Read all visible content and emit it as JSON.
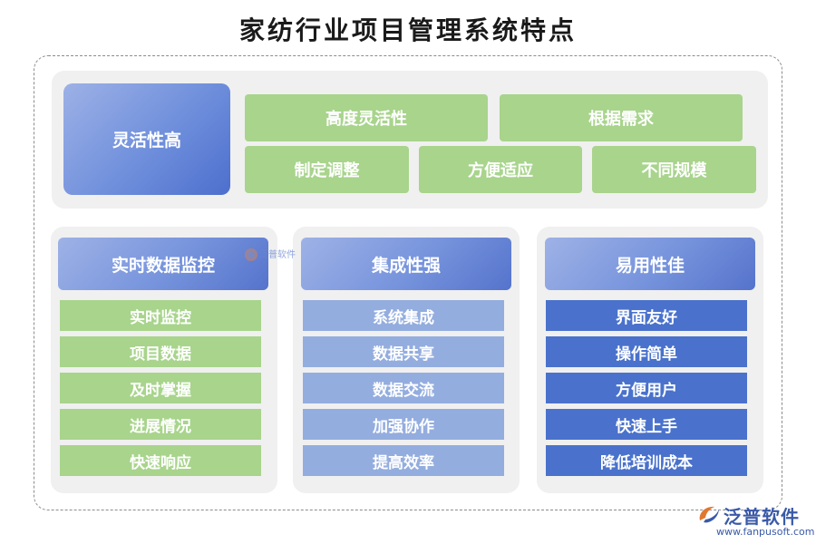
{
  "title": "家纺行业项目管理系统特点",
  "top": {
    "main": "灵活性高",
    "row1": [
      "高度灵活性",
      "根据需求"
    ],
    "row2": [
      "制定调整",
      "方便适应",
      "不同规模"
    ]
  },
  "columns": [
    {
      "header": "实时数据监控",
      "items": [
        "实时监控",
        "项目数据",
        "及时掌握",
        "进展情况",
        "快速响应"
      ],
      "item_color": "#a8d48c"
    },
    {
      "header": "集成性强",
      "items": [
        "系统集成",
        "数据共享",
        "数据交流",
        "加强协作",
        "提高效率"
      ],
      "item_color": "#94addf"
    },
    {
      "header": "易用性佳",
      "items": [
        "界面友好",
        "操作简单",
        "方便用户",
        "快速上手",
        "降低培训成本"
      ],
      "item_color": "#4a72cc"
    }
  ],
  "watermark": "泛普软件",
  "logo": {
    "brand": "泛普软件",
    "url": "www.fanpusoft.com",
    "icon": "fanpu-logo-icon"
  }
}
